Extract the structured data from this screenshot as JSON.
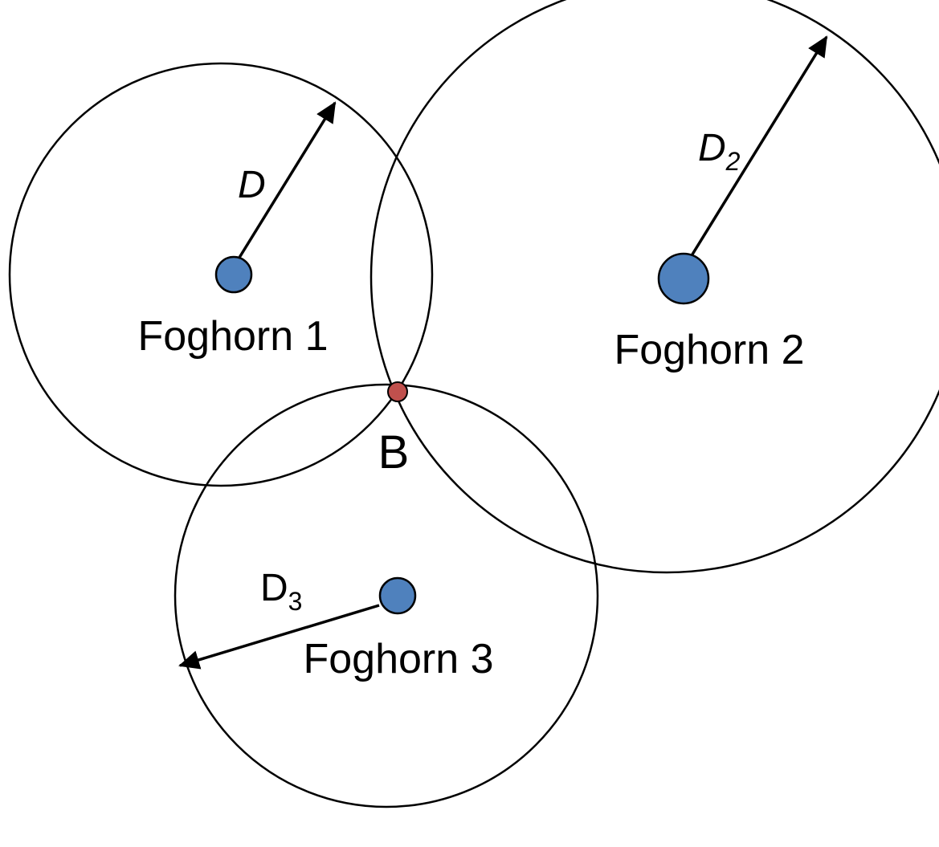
{
  "colors": {
    "foghorn_fill": "#4f81bd",
    "intersection_fill": "#c0504d",
    "stroke": "#000000"
  },
  "foghorns": [
    {
      "label": "Foghorn 1"
    },
    {
      "label": "Foghorn 2"
    },
    {
      "label": "Foghorn 3"
    }
  ],
  "distances": [
    {
      "main": "D",
      "sub": ""
    },
    {
      "main": "D",
      "sub": "2"
    },
    {
      "main": "D",
      "sub": "3"
    }
  ],
  "intersection": {
    "label": "B"
  }
}
